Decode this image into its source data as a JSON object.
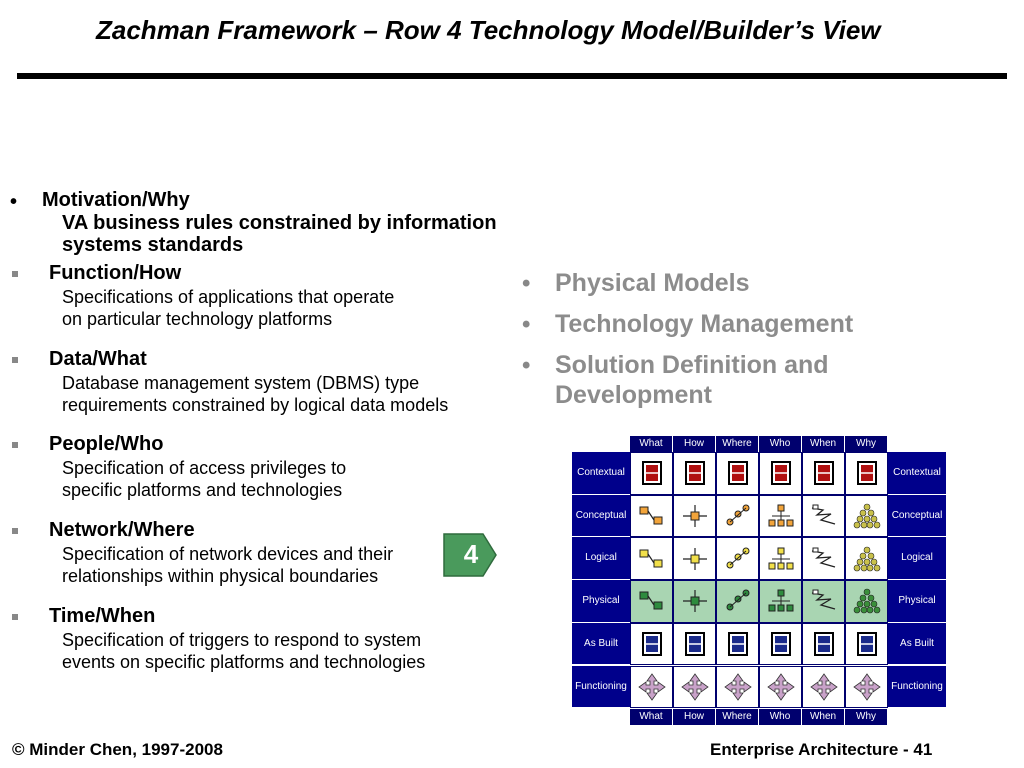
{
  "slide": {
    "title": "Zachman Framework – Row 4  Technology Model/Builder’s View"
  },
  "left": {
    "motivation": {
      "bullet": "•",
      "heading": "Motivation/Why",
      "body": "VA business rules constrained by information systems standards"
    },
    "items": [
      {
        "heading": "Function/How",
        "line1": "Specifications of applications that operate",
        "line2": "on particular technology platforms"
      },
      {
        "heading": "Data/What",
        "line1": "Database management system (DBMS) type",
        "line2": "requirements constrained by logical data models"
      },
      {
        "heading": "People/Who",
        "line1": "Specification of access privileges to",
        "line2": "specific platforms and technologies"
      },
      {
        "heading": "Network/Where",
        "line1": "Specification of network devices and their",
        "line2": "relationships within physical boundaries"
      },
      {
        "heading": "Time/When",
        "line1": "Specification of triggers to respond to system",
        "line2": "events on specific platforms and technologies"
      }
    ]
  },
  "right_bullets": {
    "bullet": "•",
    "items": [
      "Physical Models",
      "Technology Management",
      "Solution Definition and Development"
    ]
  },
  "row_marker": {
    "label": "4",
    "color": "#4a9a5c"
  },
  "grid": {
    "columns": [
      "What",
      "How",
      "Where",
      "Who",
      "When",
      "Why"
    ],
    "rows": [
      "Contextual",
      "Conceptual",
      "Logical",
      "Physical",
      "As Built",
      "Functioning"
    ],
    "highlighted_row": "Physical",
    "colors": {
      "header": "#00006e",
      "row_label": "#00008b",
      "highlight": "#a9d5b2"
    },
    "icons": {
      "Contextual": "framed-list-icon",
      "Conceptual": "model-diagram-icon",
      "Logical": "model-diagram-icon",
      "Physical": "model-diagram-icon",
      "As Built": "framed-list-icon",
      "Functioning": "four-arrow-icon"
    }
  },
  "footer": {
    "left": "© Minder Chen, 1997-2008",
    "right": "Enterprise Architecture - 41"
  }
}
